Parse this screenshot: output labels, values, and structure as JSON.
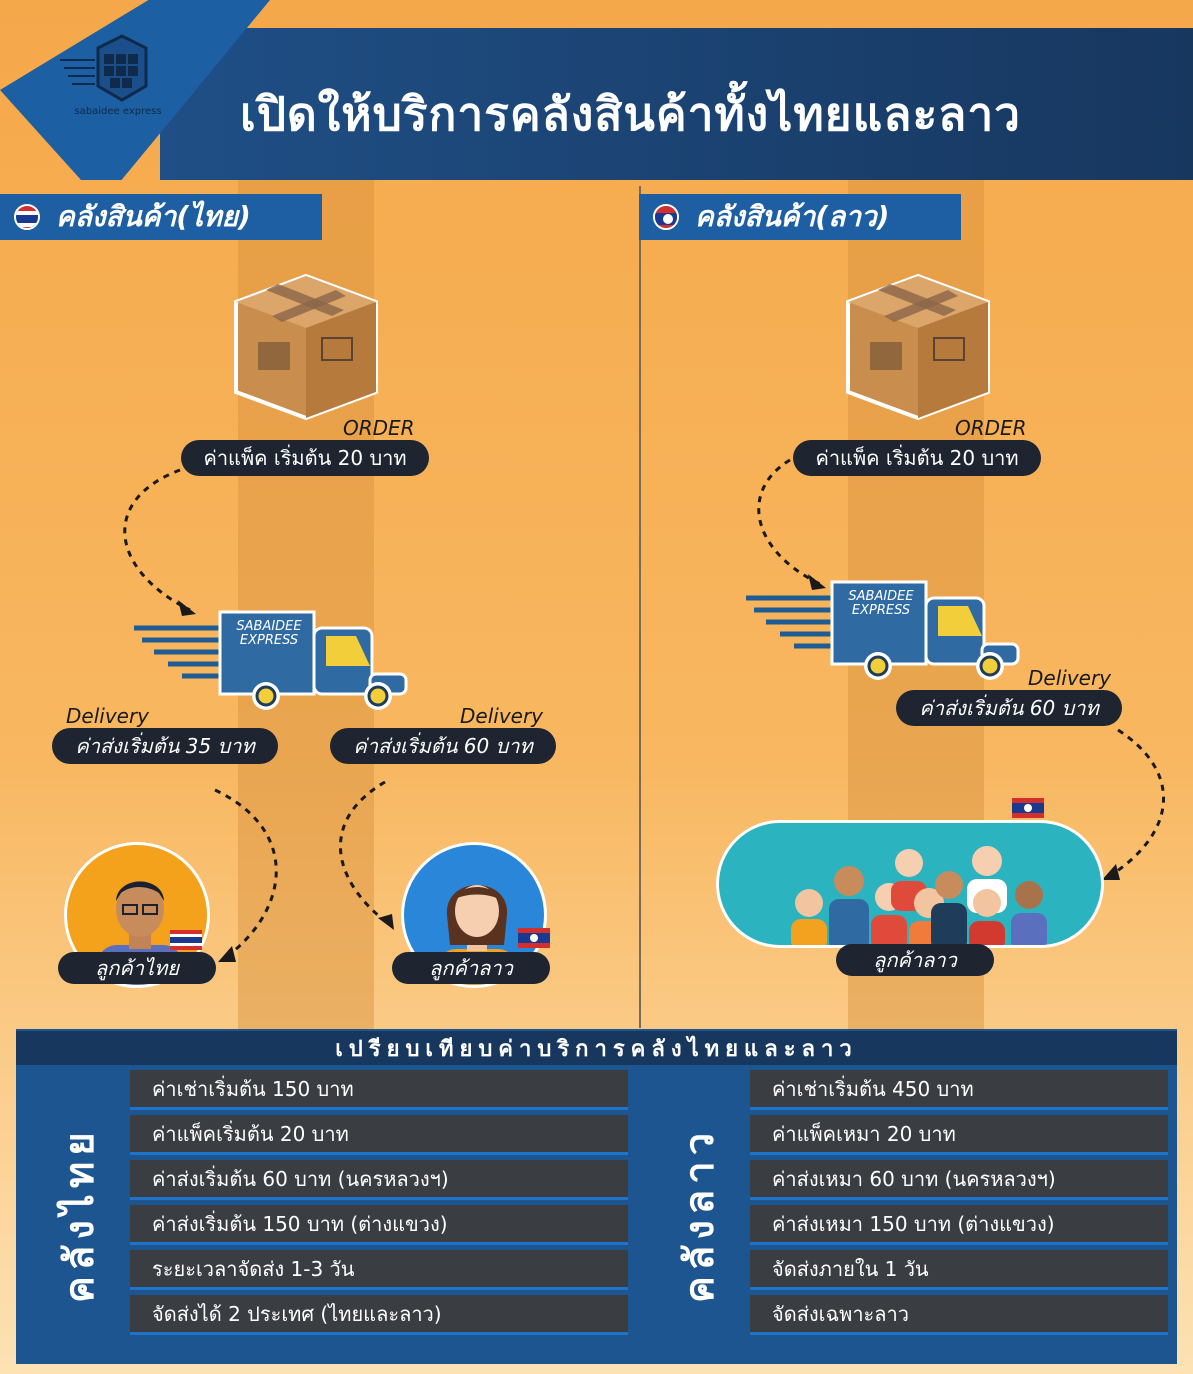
{
  "header": {
    "title": "เปิดให้บริการคลังสินค้าทั้งไทยและลาว",
    "logo_text": "sabaidee express"
  },
  "left": {
    "tab": "คลังสินค้า(ไทย)",
    "order_caption": "ORDER",
    "pack_pill": "ค่าแพ็ค เริ่มต้น 20 บาท",
    "truck_text_1": "SABAIDEE",
    "truck_text_2": "EXPRESS",
    "delivery_caption_1": "Delivery",
    "delivery_pill_1": "ค่าส่งเริ่มต้น 35 บาท",
    "delivery_caption_2": "Delivery",
    "delivery_pill_2": "ค่าส่งเริ่มต้น 60 บาท",
    "customer_thai": "ลูกค้าไทย",
    "customer_lao": "ลูกค้าลาว"
  },
  "right": {
    "tab": "คลังสินค้า(ลาว)",
    "order_caption": "ORDER",
    "pack_pill": "ค่าแพ็ค เริ่มต้น 20 บาท",
    "truck_text_1": "SABAIDEE",
    "truck_text_2": "EXPRESS",
    "delivery_caption": "Delivery",
    "delivery_pill": "ค่าส่งเริ่มต้น 60 บาท",
    "customer_lao": "ลูกค้าลาว"
  },
  "compare": {
    "title": "เปรียบเทียบค่าบริการคลังไทยและลาว",
    "thai_label": "คลังไทย",
    "lao_label": "คลังลาว",
    "thai_rows": [
      "ค่าเช่าเริ่มต้น 150 บาท",
      "ค่าแพ็คเริ่มต้น 20 บาท",
      "ค่าส่งเริ่มต้น 60 บาท (นครหลวงฯ)",
      "ค่าส่งเริ่มต้น 150 บาท (ต่างแขวง)",
      "ระยะเวลาจัดส่ง 1-3 วัน",
      "จัดส่งได้ 2 ประเทศ (ไทยและลาว)"
    ],
    "lao_rows": [
      "ค่าเช่าเริ่มต้น 450 บาท",
      "ค่าแพ็คเหมา 20 บาท",
      "ค่าส่งเหมา 60 บาท (นครหลวงฯ)",
      "ค่าส่งเหมา 150 บาท (ต่างแขวง)",
      "จัดส่งภายใน 1 วัน",
      "จัดส่งเฉพาะลาว"
    ]
  },
  "colors": {
    "navy": "#17375f",
    "blue": "#1e5ea2",
    "orange": "#f5a84a",
    "pill": "#1e2530"
  }
}
